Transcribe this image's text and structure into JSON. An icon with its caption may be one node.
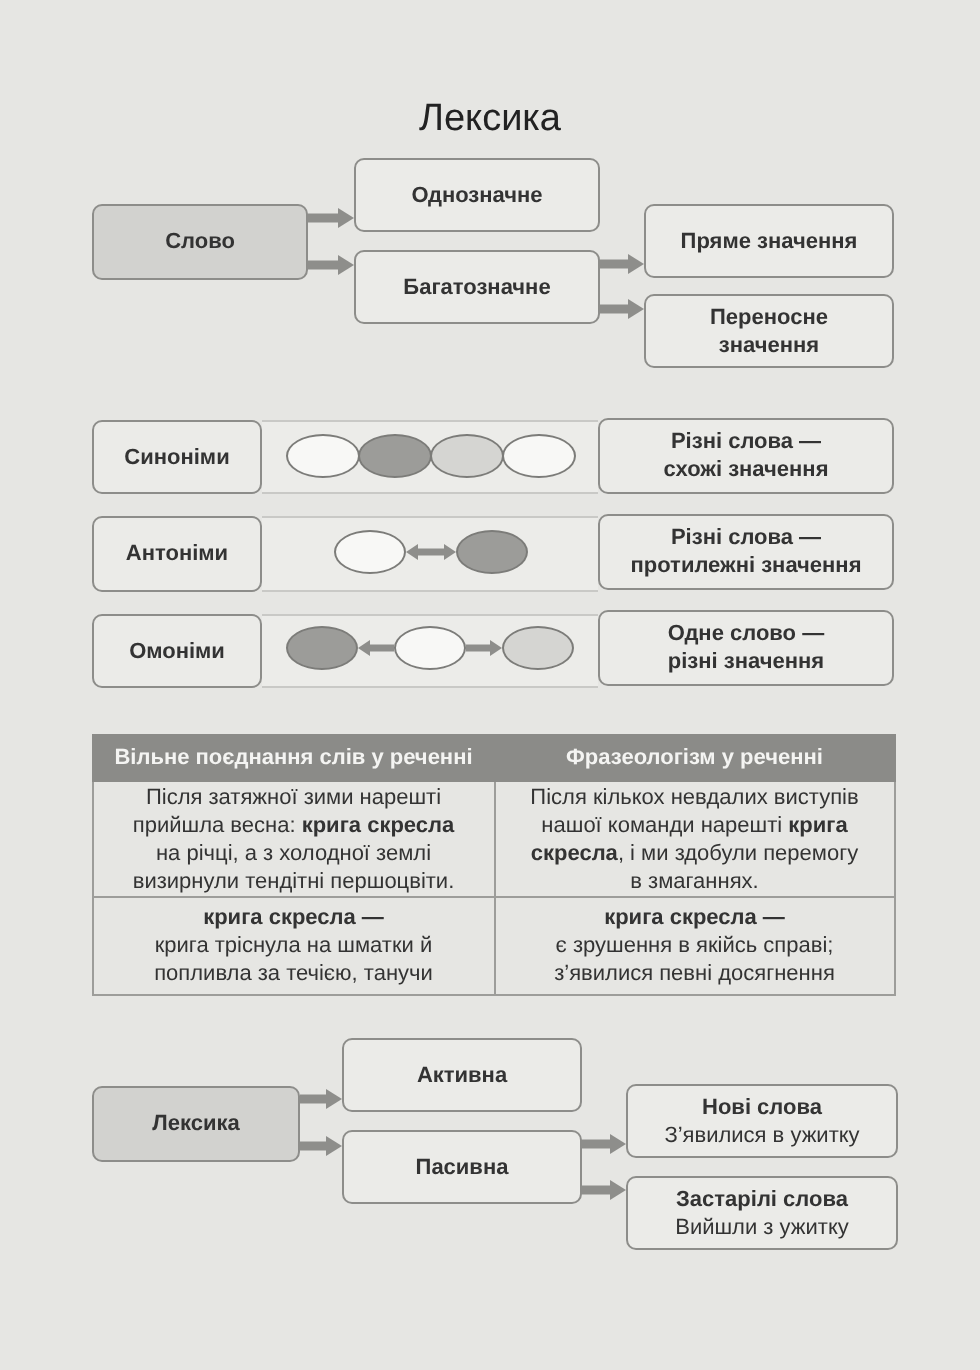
{
  "diagram": {
    "title": "Лексика",
    "nodes": [
      {
        "text": [
          "Слово"
        ]
      },
      {
        "text": [
          "Однозначне"
        ]
      },
      {
        "text": [
          "Багатозначне"
        ]
      },
      {
        "text": [
          "Пряме значення"
        ]
      },
      {
        "text": [
          "Переносне значення"
        ]
      },
      {
        "text": [
          "Синоніми"
        ]
      },
      {
        "text": [],
        "shape": "ellipse"
      },
      {
        "text": [],
        "shape": "ellipse"
      },
      {
        "text": [],
        "shape": "ellipse"
      },
      {
        "text": [],
        "shape": "ellipse"
      },
      {
        "text": [
          "Різні слова — схожі значення"
        ]
      },
      {
        "text": [
          "Антоніми"
        ]
      },
      {
        "text": [],
        "shape": "ellipse"
      },
      {
        "text": [],
        "shape": "ellipse"
      },
      {
        "text": [
          "Різні слова — протилежні значення"
        ]
      },
      {
        "text": [
          "Омоніми"
        ]
      },
      {
        "text": [],
        "shape": "ellipse"
      },
      {
        "text": [],
        "shape": "ellipse"
      },
      {
        "text": [],
        "shape": "ellipse"
      },
      {
        "text": [
          "Одне слово — різні значення"
        ]
      },
      {
        "text": [
          "Лексика"
        ]
      },
      {
        "text": [
          "Активна"
        ]
      },
      {
        "text": [
          "Пасивна"
        ]
      },
      {
        "text": [
          "Нові слова",
          "З’явилися в ужитку"
        ]
      },
      {
        "text": [
          "Застарілі слова",
          "Вийшли з ужитку"
        ]
      }
    ],
    "edges": [
      {
        "from": 0,
        "to": 1,
        "arrow": "to"
      },
      {
        "from": 0,
        "to": 2,
        "arrow": "to"
      },
      {
        "from": 2,
        "to": 3,
        "arrow": "to"
      },
      {
        "from": 2,
        "to": 4,
        "arrow": "to"
      },
      {
        "from": 12,
        "to": 13,
        "arrow": "both"
      },
      {
        "from": 17,
        "to": 16,
        "arrow": "to"
      },
      {
        "from": 17,
        "to": 18,
        "arrow": "to"
      },
      {
        "from": 20,
        "to": 21,
        "arrow": "to"
      },
      {
        "from": 20,
        "to": 22,
        "arrow": "to"
      },
      {
        "from": 22,
        "to": 23,
        "arrow": "to"
      },
      {
        "from": 22,
        "to": 24,
        "arrow": "to"
      }
    ],
    "labels": [
      "Вільне поєднання слів у реченні",
      "Фразеологізм у реченні",
      "Після затяжної зими нарешті прийшла весна: **крига скресла** на річці, а з холодної землі визирнули тендітні першоцвіти.",
      "Після кількох невдалих виступів нашої команди нарешті **крига скресла**, і ми здобули перемогу в змаганнях.",
      "**крига скресла —** крига тріснула на шматки й попливла за течією, танучи",
      "**крига скресла —** є зрушення в якійсь справі; з’явилися певні досягнення"
    ]
  }
}
